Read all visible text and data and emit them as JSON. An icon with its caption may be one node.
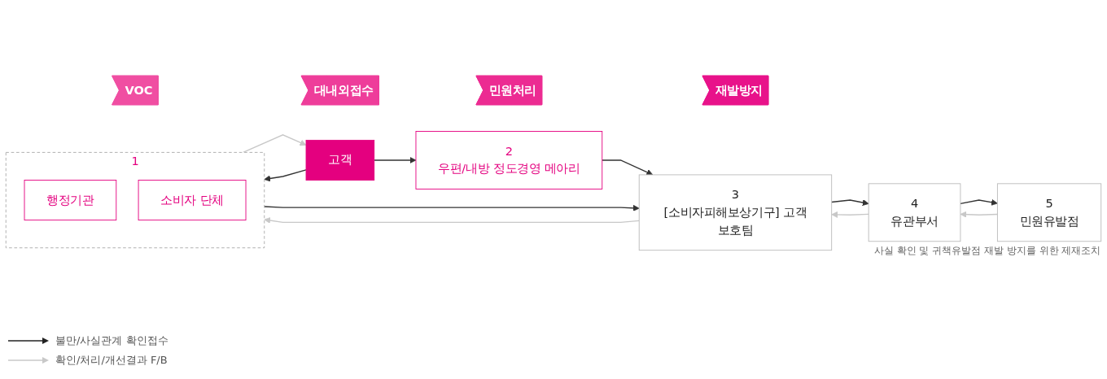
{
  "diagram": {
    "nodes": [
      {
        "text": [
          "VOC"
        ]
      },
      {
        "text": [
          "대내외접수"
        ]
      },
      {
        "text": [
          "민원처리"
        ]
      },
      {
        "text": [
          "재발방지"
        ]
      },
      {
        "text": [
          "고객"
        ]
      },
      {
        "text": [
          "1"
        ]
      },
      {
        "text": [
          "행정기관"
        ],
        "in": 5
      },
      {
        "text": [
          "소비자 단체"
        ],
        "in": 5
      },
      {
        "text": [
          "2",
          "우편/내방 정도경영 메아리"
        ]
      },
      {
        "text": [
          "3",
          "[소비자피해보상기구] 고객보호팀"
        ]
      },
      {
        "text": [
          "4",
          "유관부서"
        ]
      },
      {
        "text": [
          "5",
          "민원유발점"
        ],
        "beside": [
          "사실 확인 및 귀책유발점 재발 방지를 위한 제재조치"
        ]
      }
    ],
    "edges": [
      {
        "from": 4,
        "to": 5,
        "arrow": "to"
      },
      {
        "from": 4,
        "to": 8,
        "arrow": "to"
      },
      {
        "from": 5,
        "to": 4,
        "arrow": "to",
        "color": "#c8c8c8"
      },
      {
        "from": 5,
        "to": 9,
        "arrow": "to"
      },
      {
        "from": 8,
        "to": 9,
        "arrow": "to"
      },
      {
        "from": 9,
        "to": 5,
        "arrow": "to",
        "color": "#c8c8c8"
      },
      {
        "from": 9,
        "to": 10,
        "arrow": "to"
      },
      {
        "from": 10,
        "to": 9,
        "arrow": "to",
        "color": "#c8c8c8"
      },
      {
        "from": 10,
        "to": 11,
        "arrow": "to"
      },
      {
        "from": 11,
        "to": 10,
        "arrow": "to",
        "color": "#c8c8c8"
      }
    ],
    "legend": [
      {
        "text": "불만/사실관계 확인접수"
      },
      {
        "text": "확인/처리/개선결과 F/B"
      }
    ]
  }
}
